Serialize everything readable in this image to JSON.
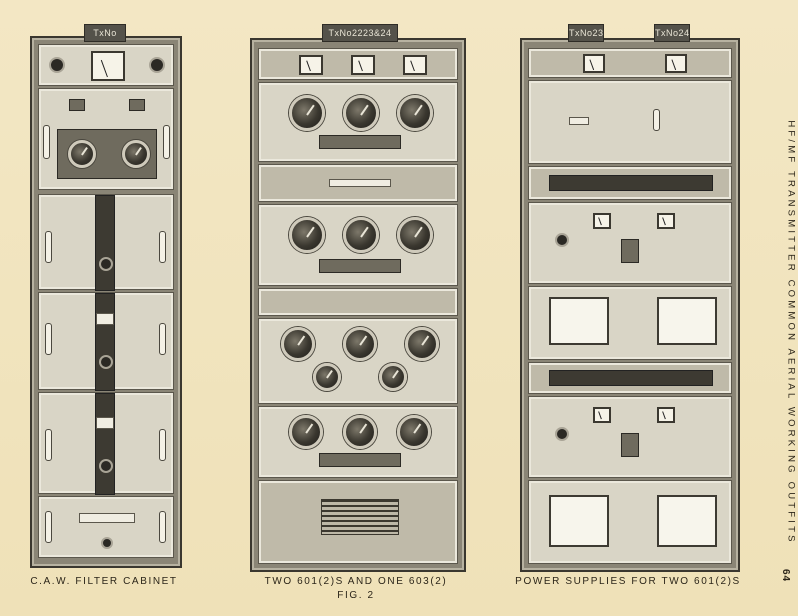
{
  "cabinets": {
    "left": {
      "tag": "TxNo",
      "caption": "C.A.W. FILTER CABINET"
    },
    "middle": {
      "tag": "TxNo2223&24",
      "caption": "TWO 601(2)S AND ONE 603(2)",
      "fig": "FIG. 2"
    },
    "right": {
      "tag_a": "TxNo23",
      "tag_b": "TxNo24",
      "caption": "POWER SUPPLIES FOR TWO 601(2)S"
    }
  },
  "side_title": "HF/MF TRANSMITTER COMMON AERIAL WORKING OUTFITS",
  "page_number": "64"
}
